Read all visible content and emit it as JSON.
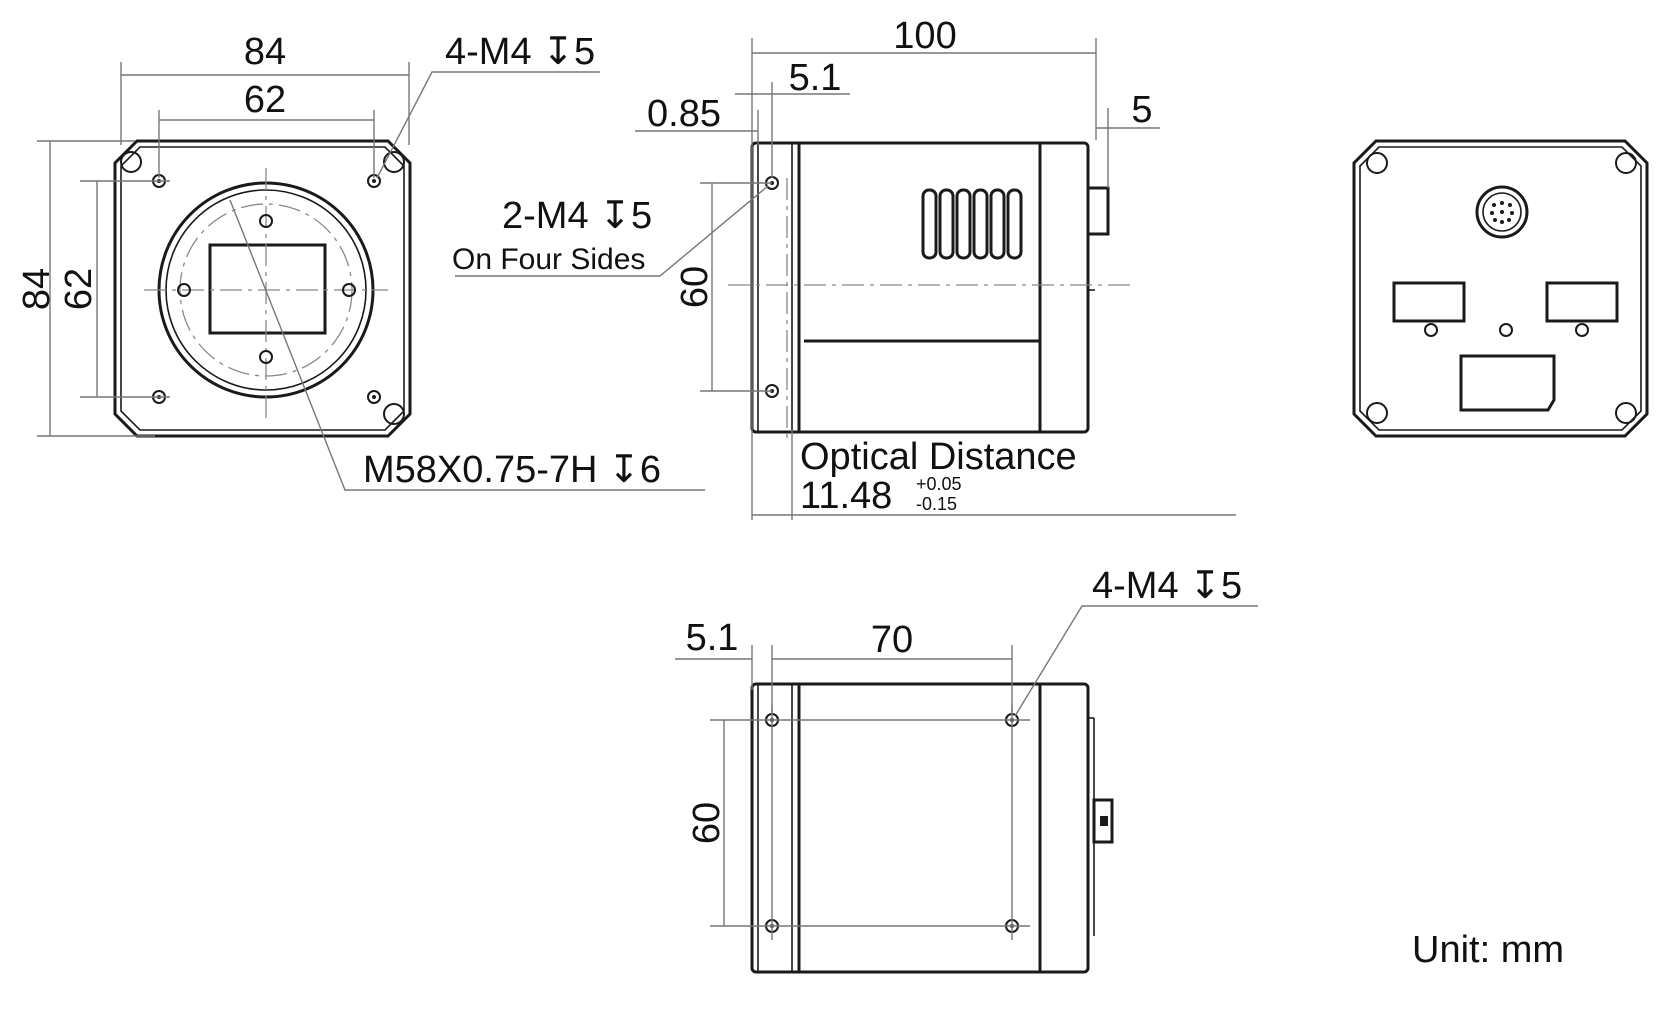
{
  "front_view": {
    "width_outer": "84",
    "width_holes": "62",
    "height_outer": "84",
    "height_holes": "62",
    "mount_holes_callout": "4-M4 ↧5",
    "thread_callout": "M58X0.75-7H  ↧6"
  },
  "side_view": {
    "length_total": "100",
    "offset_holes": "5.1",
    "flange_offset": "0.85",
    "rear_protrusion": "5",
    "side_holes_callout": "2-M4 ↧5",
    "side_holes_note": "On Four Sides",
    "hole_spacing": "60",
    "optical_distance_label": "Optical Distance",
    "optical_distance_value": "11.48",
    "tolerance_upper": "+0.05",
    "tolerance_lower": "-0.15"
  },
  "bottom_view": {
    "offset_holes": "5.1",
    "hole_spacing_long": "70",
    "hole_spacing_short": "60",
    "mount_holes_callout": "4-M4 ↧5"
  },
  "unit_label": "Unit: mm"
}
